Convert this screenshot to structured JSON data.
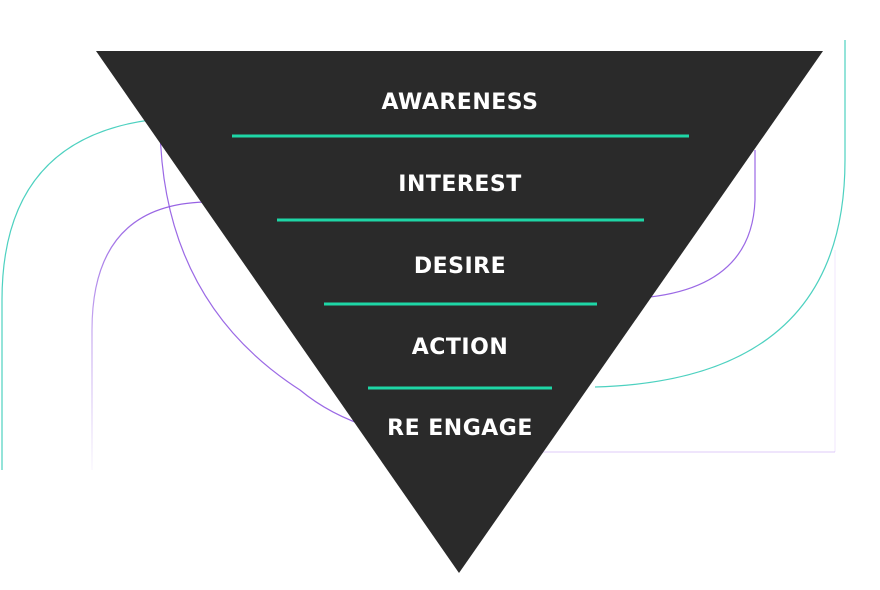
{
  "funnel": {
    "stages": [
      {
        "label": "AWARENESS"
      },
      {
        "label": "INTEREST"
      },
      {
        "label": "DESIRE"
      },
      {
        "label": "ACTION"
      },
      {
        "label": "RE ENGAGE"
      }
    ]
  },
  "colors": {
    "background": "#ffffff",
    "funnel_fill": "#2a2a2a",
    "label_text": "#ffffff",
    "divider": "#1ed6a6",
    "curve_teal": "#2ec9b5",
    "curve_purple": "#8a4fe0",
    "curve_violet": "#9b5cf0"
  }
}
